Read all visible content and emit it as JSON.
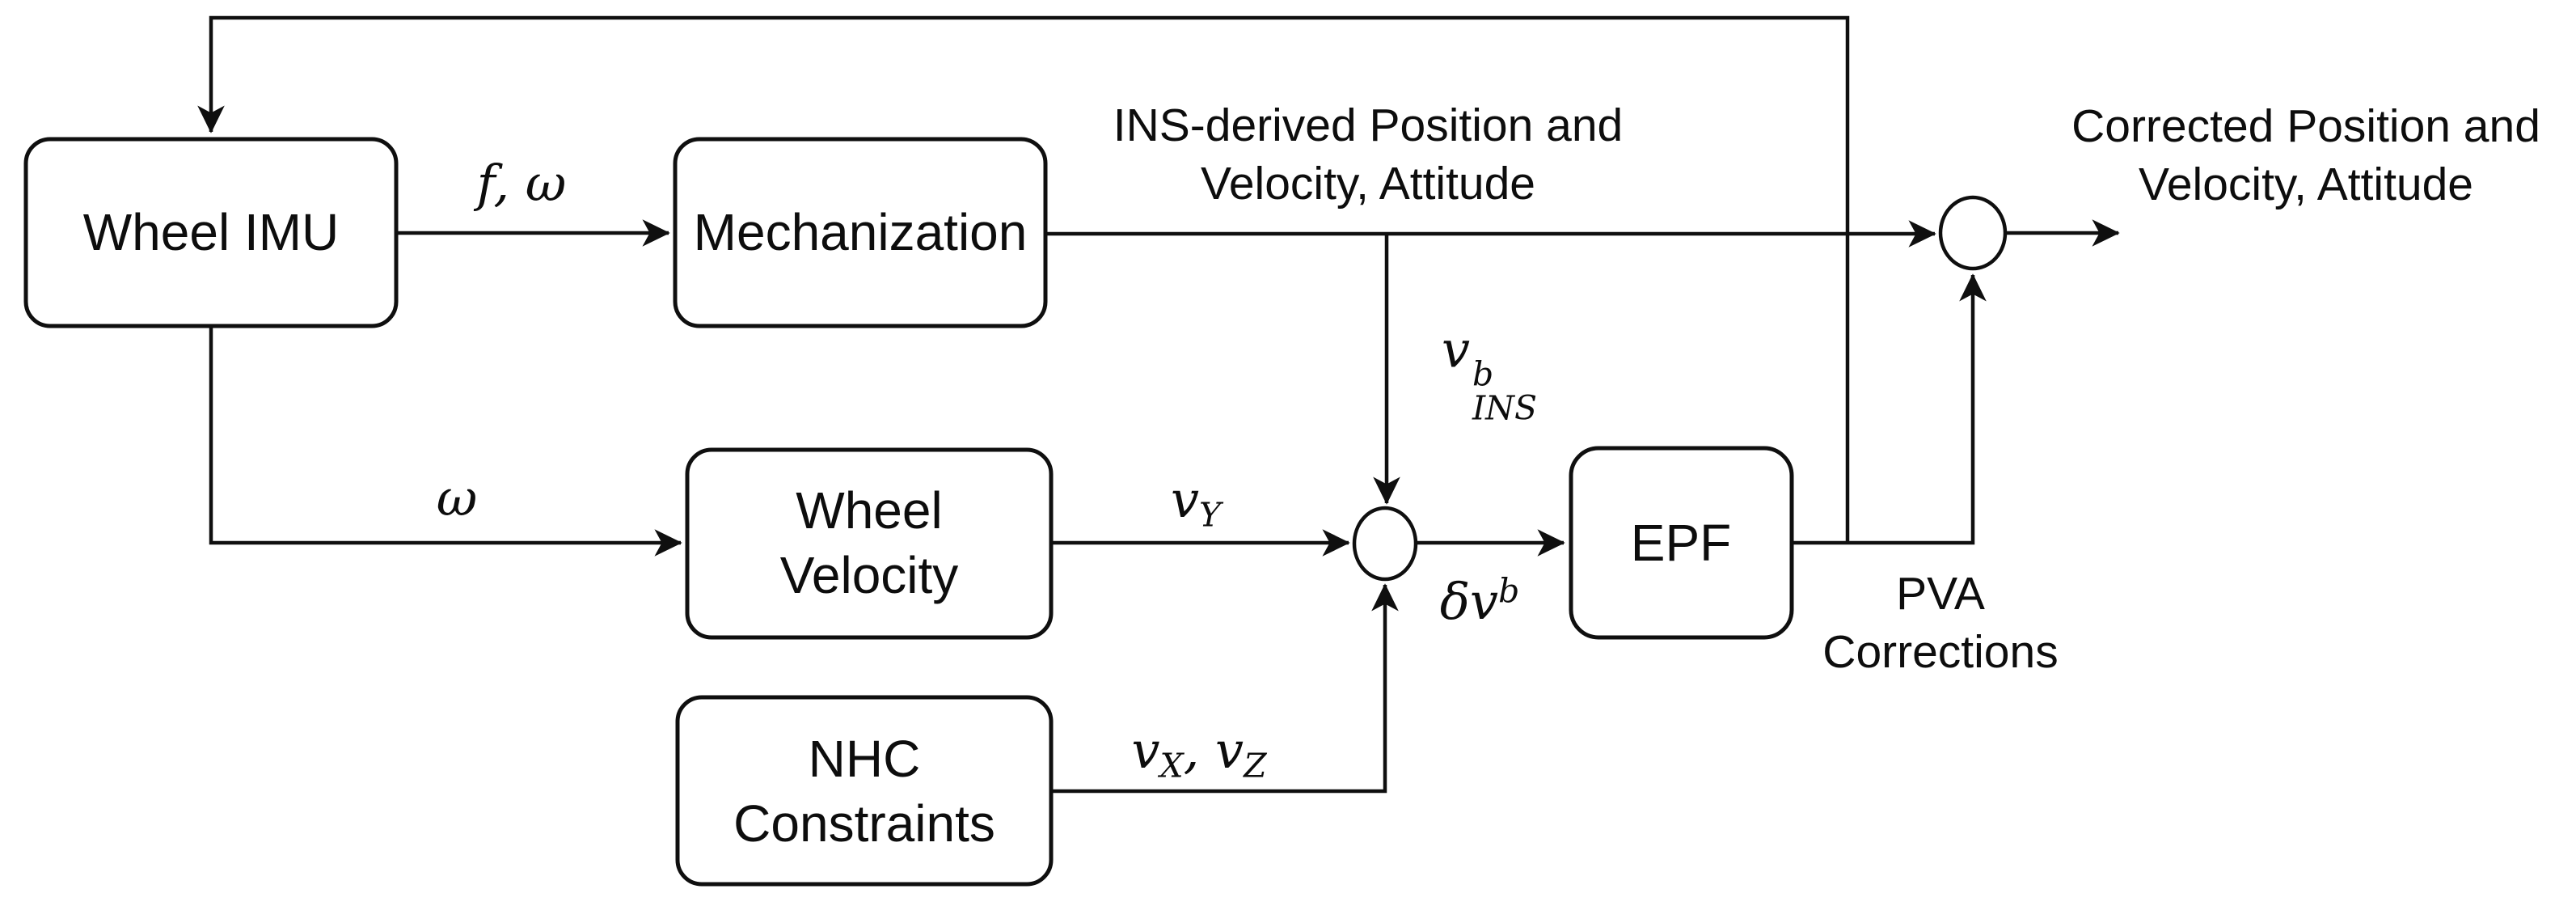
{
  "nodes": {
    "wheel_imu": {
      "label": "Wheel IMU"
    },
    "mechanization": {
      "label": "Mechanization"
    },
    "wheel_velocity": {
      "line1": "Wheel",
      "line2": "Velocity"
    },
    "nhc": {
      "line1": "NHC",
      "line2": "Constraints"
    },
    "epf": {
      "label": "EPF"
    }
  },
  "annotations": {
    "ins_derived": {
      "line1": "INS-derived Position and",
      "line2": "Velocity, Attitude"
    },
    "corrected": {
      "line1": "Corrected Position and",
      "line2": "Velocity, Attitude"
    },
    "pva": {
      "line1": "PVA",
      "line2": "Corrections"
    }
  },
  "signals": {
    "f_omega": "f, ω",
    "omega": "ω",
    "v_y": {
      "base": "v",
      "sub": "Y"
    },
    "v_xz": {
      "base1": "v",
      "sub1": "X",
      "sep": ", ",
      "base2": "v",
      "sub2": "Z"
    },
    "v_ins": {
      "base": "v",
      "sup": "b",
      "sub": "INS"
    },
    "delta_v": {
      "base": "δv",
      "sup": "b"
    }
  },
  "colors": {
    "background": "#ffffff",
    "stroke": "#0f0f0f",
    "box_fill": "#ffffff",
    "text": "#0d0d0d"
  }
}
